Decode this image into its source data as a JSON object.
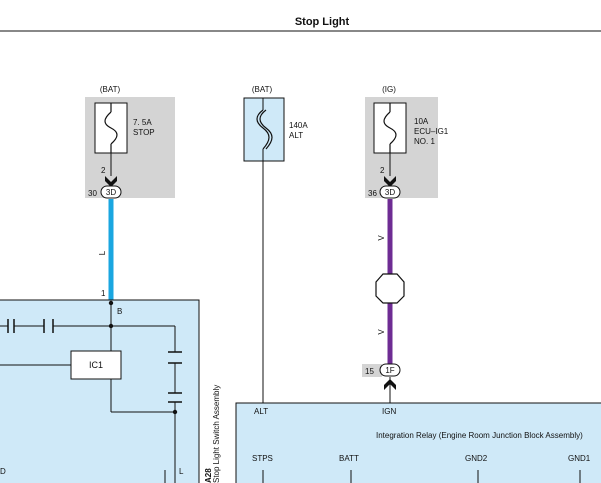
{
  "title": "Stop Light",
  "colors": {
    "fuse_box": "#d4d4d4",
    "component_fill": "#cfe9f8",
    "wire_blue": "#1aa6e0",
    "wire_violet": "#6e2c93"
  },
  "fuses": [
    {
      "source": "(BAT)",
      "rating": "7. 5A",
      "name": "STOP",
      "pin": "2",
      "connector": "3D",
      "connector_pin": "30",
      "icon": "fuse-icon"
    },
    {
      "source": "(BAT)",
      "rating": "140A",
      "name": "ALT",
      "icon": "fusible-link-icon"
    },
    {
      "source": "(IG)",
      "rating": "10A",
      "name": "ECU–IG1",
      "name2": "NO. 1",
      "pin": "2",
      "connector": "3D",
      "connector_pin": "36",
      "icon": "fuse-icon"
    }
  ],
  "wires": {
    "left_color": "L",
    "right_color_upper": "V",
    "right_color_lower": "V"
  },
  "stop_switch": {
    "pin_top": "1",
    "pin_top_label": "B",
    "ic_label": "IC1",
    "right_label": "L",
    "left_label": "D",
    "connector_id": "A28",
    "name": "Stop Light Switch Assembly"
  },
  "relay_connector": {
    "pin": "15",
    "connector": "1F"
  },
  "relay": {
    "name": "Integration Relay (Engine Room Junction Block Assembly)",
    "pin_alt": "ALT",
    "pin_ign": "IGN",
    "pin_stps": "STPS",
    "pin_batt": "BATT",
    "pin_gnd2": "GND2",
    "pin_gnd1": "GND1"
  }
}
